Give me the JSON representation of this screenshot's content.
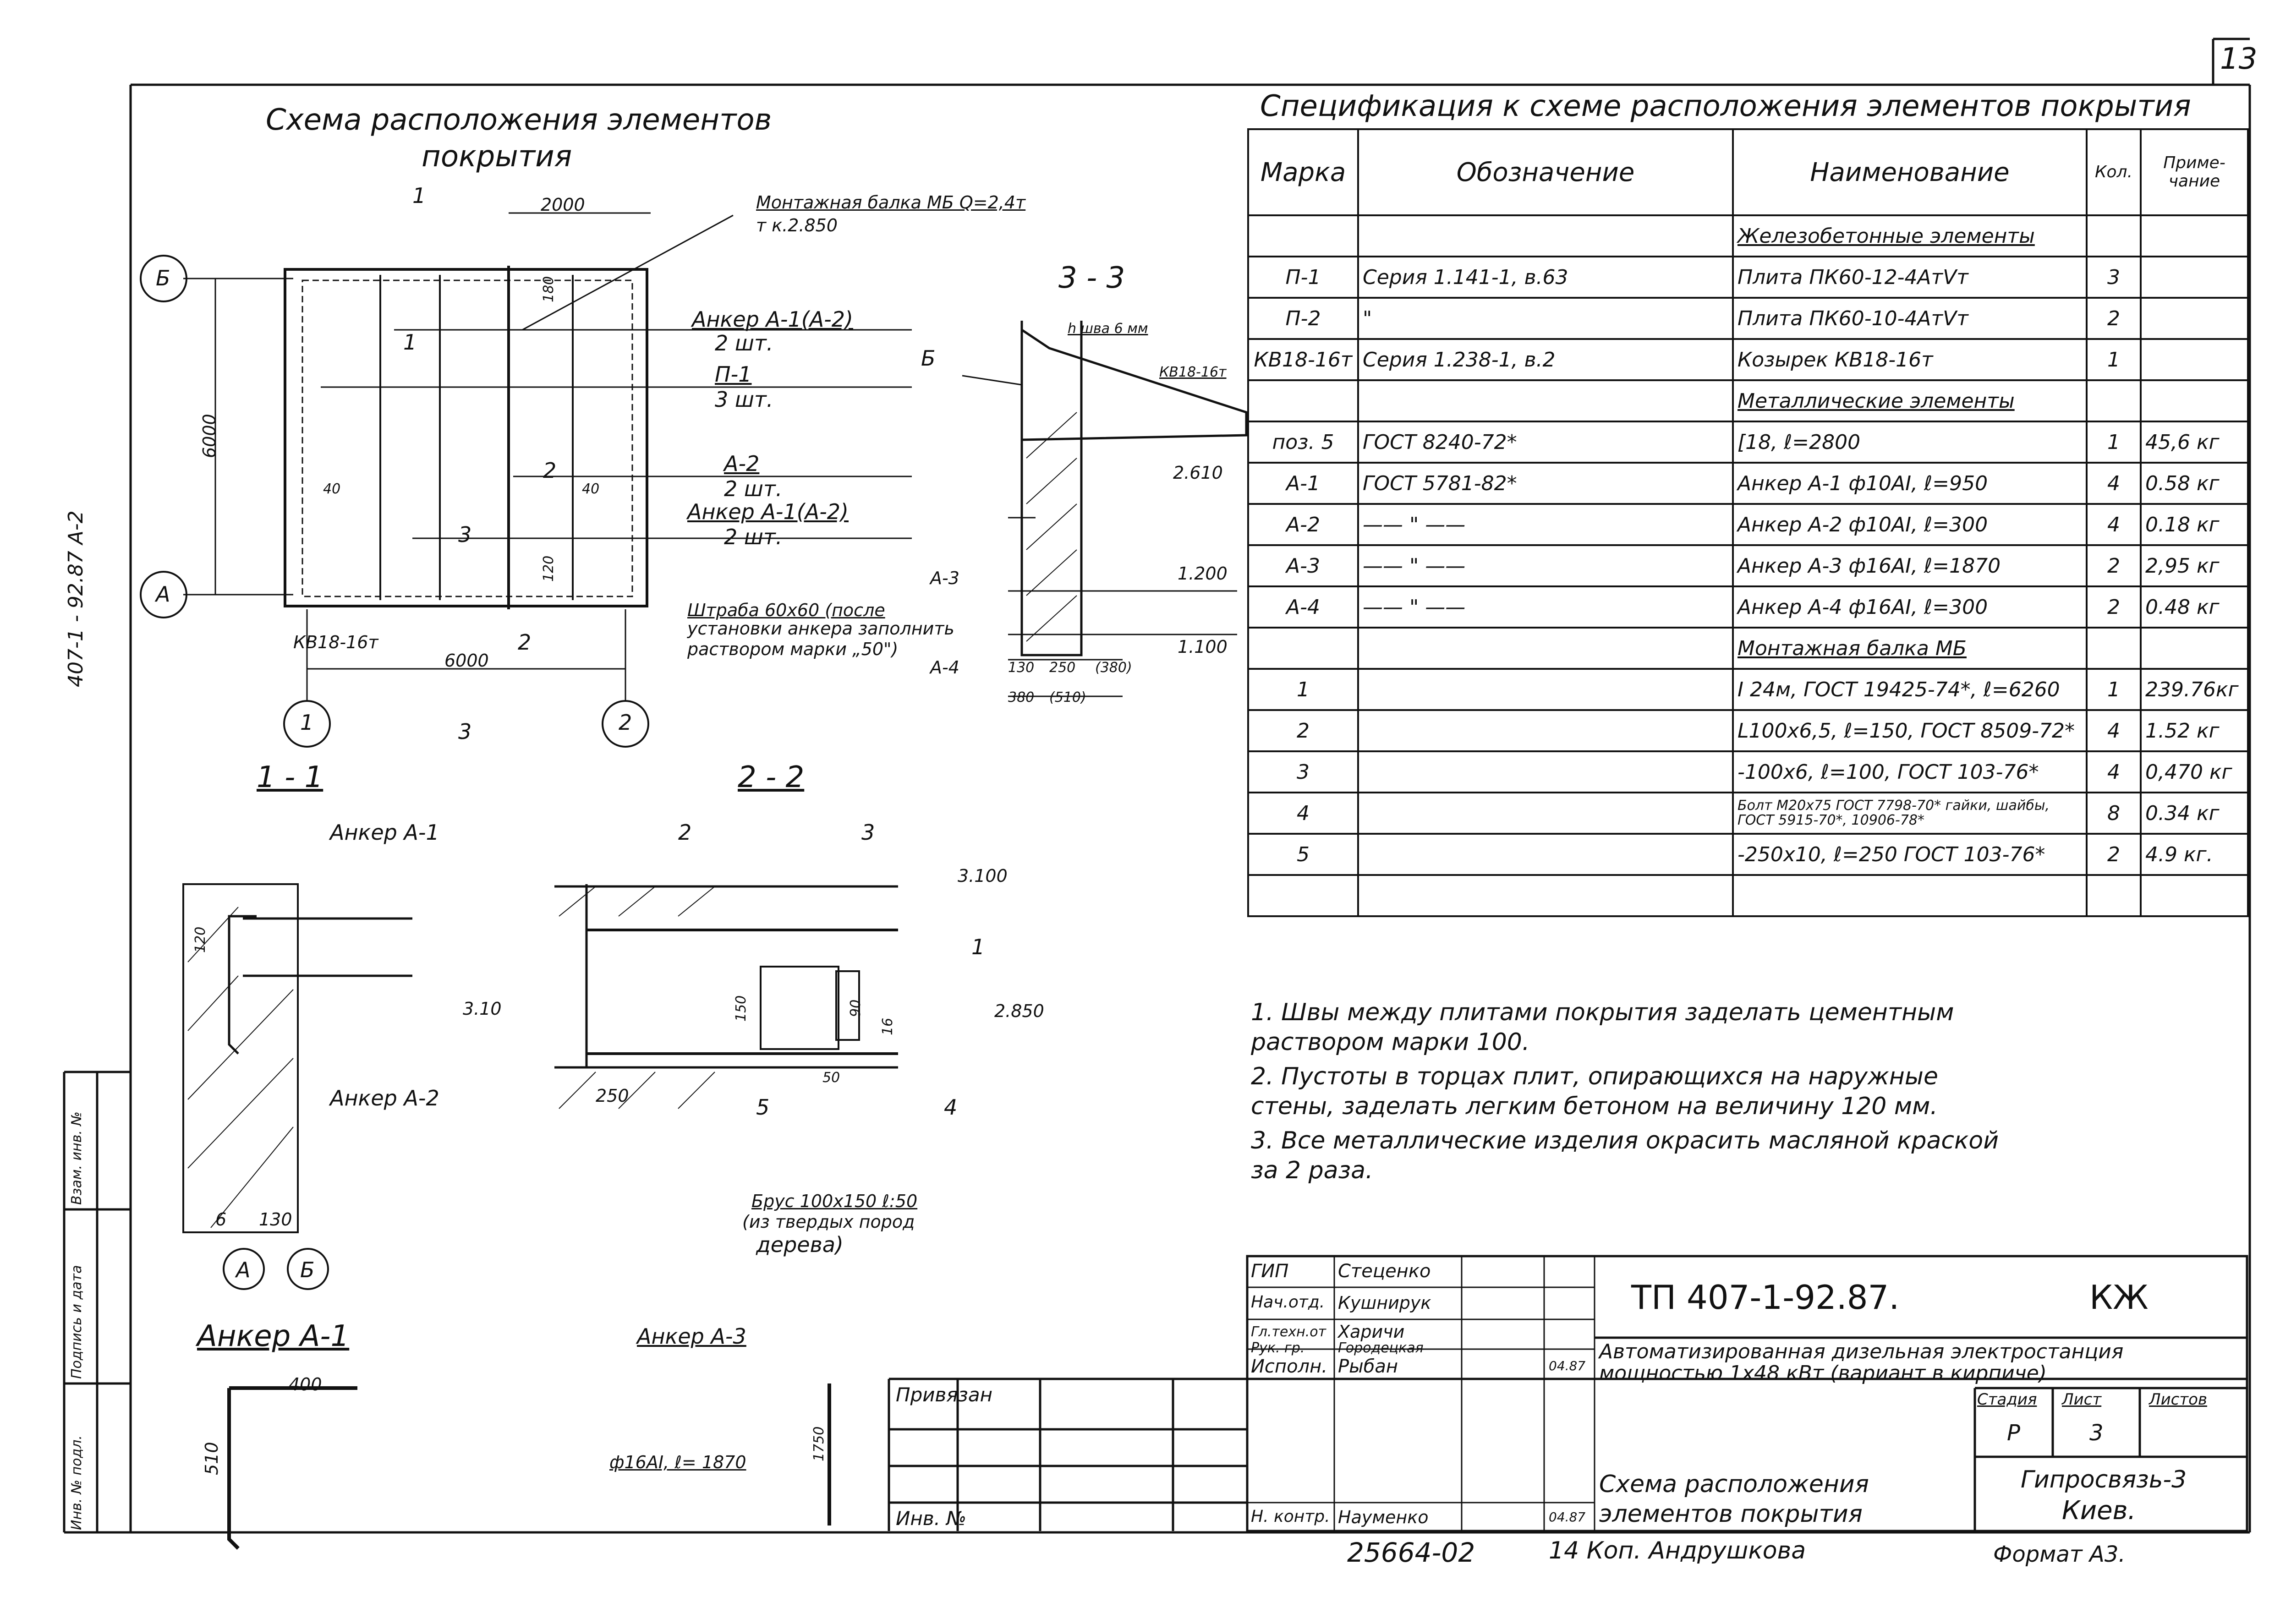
{
  "sheet_number": "13",
  "left_margin": {
    "doc_code": "407-1 - 92.87  А-2",
    "stamp_cols": [
      "Инв. № подл.",
      "Подпись и дата",
      "Взам. инв. №"
    ]
  },
  "plan": {
    "title_line1": "Схема   расположения  элементов",
    "title_line2": "покрытия",
    "axis_b": "Б",
    "axis_a": "А",
    "axis_1": "1",
    "axis_2": "2",
    "dim_2000": "2000",
    "dim_6000_v": "6000",
    "dim_6000_h": "6000",
    "dim_180": "180",
    "dim_40a": "40",
    "dim_40b": "40",
    "dim_120": "120",
    "label_beam": "Монтажная балка МБ Q=2,4т",
    "label_beam_sub": "т к.2.850",
    "label_anchor1": "Анкер А-1(А-2)",
    "label_anchor1_qty": "2 шт.",
    "label_p1": "П-1",
    "label_p1_qty": "3 шт.",
    "label_a2": "А-2",
    "label_a2_qty": "2 шт.",
    "label_anchor2": "Анкер А-1(А-2)",
    "label_anchor2_qty": "2 шт.",
    "label_kb": "КВ18-16т",
    "cut1": "1",
    "cut2": "2",
    "cut3": "3",
    "cut3b": "3",
    "cut2b": "2",
    "cut1b": "1"
  },
  "section33": {
    "title": "3 - 3",
    "weld": "h шва 6 мм",
    "kb": "КВ18-16т",
    "b": "Б",
    "lvl_2610": "2.610",
    "lvl_1200": "1.200",
    "lvl_1100": "1.100",
    "a3": "А-3",
    "a4": "А-4",
    "note_l1": "Штраба 60х60 (после",
    "note_l2": "установки анкера заполнить",
    "note_l3": "раствором марки „50\")",
    "d130": "130",
    "d250": "250",
    "d380a": "(380)",
    "d380": "380",
    "d510": "(510)"
  },
  "section11": {
    "title": "1 - 1",
    "anchor_a1": "Анкер А-1",
    "anchor_a2": "Анкер А-2",
    "d120": "120",
    "lvl": "3.10",
    "d6": "6",
    "d130": "130",
    "axis_a": "А",
    "axis_b": "Б"
  },
  "section22": {
    "title": "2 - 2",
    "n2": "2",
    "n3": "3",
    "n1": "1",
    "n4": "4",
    "n5": "5",
    "lvl_3100": "3.100",
    "lvl_2850": "2.850",
    "d150": "150",
    "d90": "90",
    "d16": "16",
    "d250": "250",
    "d50": "50",
    "note_l1": "Брус 100х150 ℓ:50",
    "note_l2": "(из твердых пород",
    "note_l3": "дерева)"
  },
  "anchor_a1": {
    "title": "Анкер А-1",
    "d400": "400",
    "d510": "510"
  },
  "anchor_a3": {
    "title": "Анкер А-3",
    "spec": "ф16АI, ℓ= 1870",
    "d1750": "1750"
  },
  "spec_table": {
    "title": "Спецификация к схеме расположения элементов покрытия",
    "headers": [
      "Марка",
      "Обозначение",
      "Наименование",
      "Кол.",
      "Приме-чание"
    ],
    "rows": [
      {
        "mark": "",
        "code": "",
        "name": "Железобетонные элементы",
        "qty": "",
        "note": "",
        "u": true
      },
      {
        "mark": "П-1",
        "code": "Серия 1.141-1, в.63",
        "name": "Плита ПК60-12-4АтVт",
        "qty": "3",
        "note": ""
      },
      {
        "mark": "П-2",
        "code": "     \"",
        "name": "Плита ПК60-10-4АтVт",
        "qty": "2",
        "note": ""
      },
      {
        "mark": "КВ18-16т",
        "code": "Серия 1.238-1, в.2",
        "name": "Козырек  КВ18-16т",
        "qty": "1",
        "note": ""
      },
      {
        "mark": "",
        "code": "",
        "name": "Металлические элементы",
        "qty": "",
        "note": "",
        "u": true
      },
      {
        "mark": "поз. 5",
        "code": "ГОСТ 8240-72*",
        "name": "[18, ℓ=2800",
        "qty": "1",
        "note": "45,6 кг"
      },
      {
        "mark": "А-1",
        "code": "ГОСТ 5781-82*",
        "name": "Анкер А-1 ф10АI, ℓ=950",
        "qty": "4",
        "note": "0.58 кг"
      },
      {
        "mark": "А-2",
        "code": "——  \"  ——",
        "name": "Анкер А-2 ф10АI, ℓ=300",
        "qty": "4",
        "note": "0.18 кг"
      },
      {
        "mark": "А-3",
        "code": "——  \"  ——",
        "name": "Анкер А-3 ф16АI, ℓ=1870",
        "qty": "2",
        "note": "2,95 кг"
      },
      {
        "mark": "А-4",
        "code": "——  \"  ——",
        "name": "Анкер А-4 ф16АI, ℓ=300",
        "qty": "2",
        "note": "0.48 кг"
      },
      {
        "mark": "",
        "code": "",
        "name": "Монтажная балка МБ",
        "qty": "",
        "note": "",
        "u": true
      },
      {
        "mark": "1",
        "code": "",
        "name": "I 24м, ГОСТ 19425-74*, ℓ=6260",
        "qty": "1",
        "note": "239.76кг"
      },
      {
        "mark": "2",
        "code": "",
        "name": "L100х6,5, ℓ=150, ГОСТ 8509-72*",
        "qty": "4",
        "note": "1.52 кг"
      },
      {
        "mark": "3",
        "code": "",
        "name": "-100х6, ℓ=100, ГОСТ 103-76*",
        "qty": "4",
        "note": "0,470 кг"
      },
      {
        "mark": "4",
        "code": "",
        "name": "Болт М20х75 ГОСТ 7798-70* гайки, шайбы, ГОСТ 5915-70*, 10906-78*",
        "qty": "8",
        "note": "0.34 кг",
        "tiny": true
      },
      {
        "mark": "5",
        "code": "",
        "name": "-250х10, ℓ=250 ГОСТ 103-76*",
        "qty": "2",
        "note": "4.9 кг."
      },
      {
        "mark": "",
        "code": "",
        "name": "",
        "qty": "",
        "note": ""
      }
    ]
  },
  "notes": [
    "1. Швы между плитами покрытия заделать цементным",
    "   раствором марки 100.",
    "2. Пустоты в торцах плит, опирающихся на наружные",
    "   стены, заделать легким бетоном на величину 120 мм.",
    "3. Все металлические изделия окрасить масляной краской",
    "   за 2 раза."
  ],
  "title_block": {
    "privyazan": "Привязан",
    "inv": "Инв. №",
    "roles": [
      "ГИП",
      "Нач.отд.",
      "Гл.техн.от",
      "Рук. гр.",
      "Исполн.",
      "",
      "",
      "Н. контр."
    ],
    "names": [
      "Стеценко",
      "Кушнирук",
      "Харичи",
      "Городецкая",
      "Рыбан",
      "",
      "",
      "Науменко"
    ],
    "date1": "04.87",
    "date2": "04.87",
    "project": "ТП 407-1-92.87.",
    "mark": "КЖ",
    "desc_l1": "Автоматизированная дизельная электростанция",
    "desc_l2": "мощностью  1х48 кВт  (вариант в кирпиче)",
    "stage_h": "Стадия",
    "sheet_h": "Лист",
    "sheets_h": "Листов",
    "stage": "Р",
    "sheet": "3",
    "drawing_l1": "Схема  расположения",
    "drawing_l2": "элементов  покрытия",
    "org_l1": "Гипросвязь-3",
    "org_l2": "Киев."
  },
  "footer": {
    "num": "25664-02",
    "copy": "14  Коп.  Андрушкова",
    "format": "Формат  А3."
  }
}
